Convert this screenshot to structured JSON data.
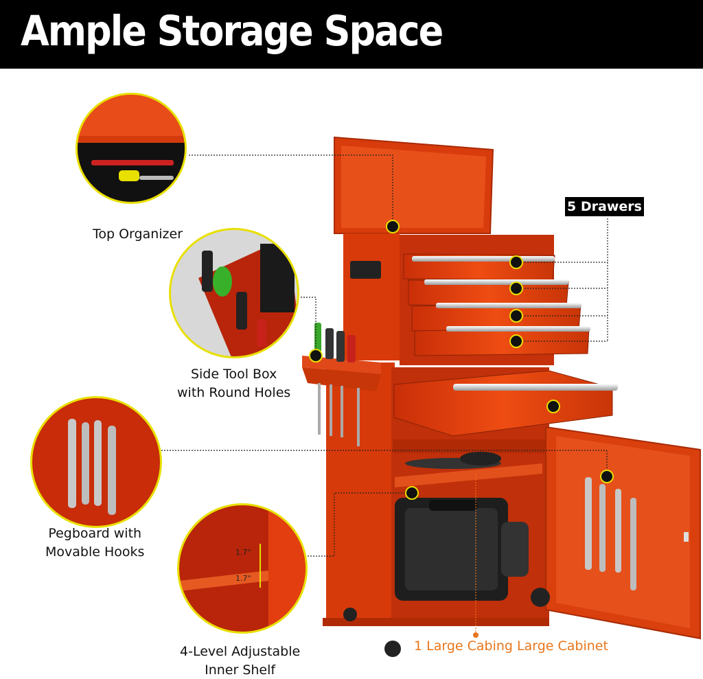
{
  "title": "Ample Storage Space",
  "callouts": {
    "top_organizer": "Top Organizer",
    "side_tool_box_line1": "Side Tool Box",
    "side_tool_box_line2": "with Round Holes",
    "pegboard_line1": "Pegboard with",
    "pegboard_line2": "Movable Hooks",
    "shelf_line1": "4-Level Adjustable",
    "shelf_line2": "Inner Shelf"
  },
  "drawers_badge": "5 Drawers",
  "cabinet_label": "1 Large Cabing Large Cabinet",
  "shelf_measurements": [
    "1.7\"",
    "1.7\""
  ],
  "colors": {
    "banner": "#000000",
    "cabinet_red": "#e43f0c",
    "accent_yellow": "#e8e000",
    "cabinet_label": "#e8751a"
  }
}
